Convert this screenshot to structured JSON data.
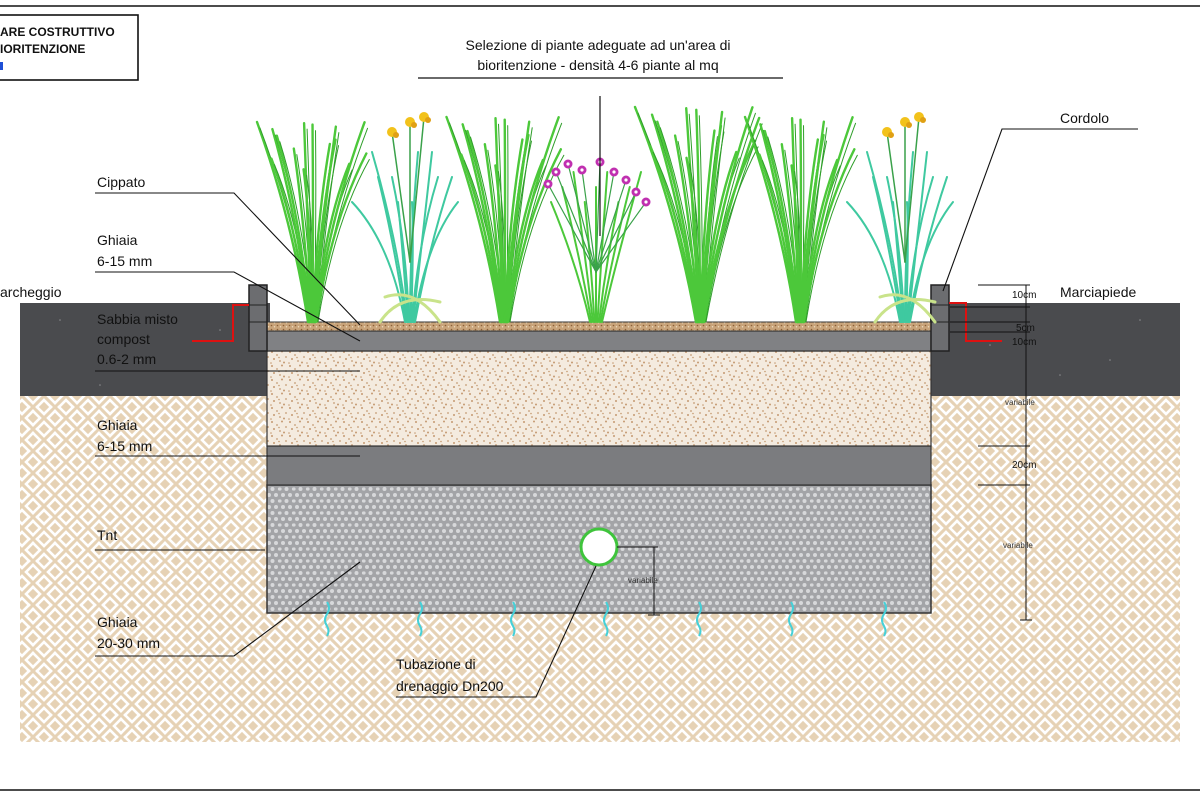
{
  "title_block": {
    "line1": "ARE COSTRUTTIVO",
    "line2": "IORITENZIONE"
  },
  "top_note": {
    "line1": "Selezione di piante adeguate ad un'area di",
    "line2": "bioritenzione - densità 4-6 piante al mq"
  },
  "labels": {
    "cordolo": "Cordolo",
    "cippato": "Cippato",
    "ghiaia_top_1": "Ghiaia",
    "ghiaia_top_2": "6-15 mm",
    "parcheggio": "archeggio",
    "marciapiede": "Marciapiede",
    "sabbia_1": "Sabbia misto",
    "sabbia_2": "compost",
    "sabbia_3": "0.6-2 mm",
    "ghiaia_mid_1": "Ghiaia",
    "ghiaia_mid_2": "6-15 mm",
    "tnt": "Tnt",
    "ghiaia_bot_1": "Ghiaia",
    "ghiaia_bot_2": "20-30 mm",
    "tubazione_1": "Tubazione di",
    "tubazione_2": "drenaggio Dn200"
  },
  "dimensions": {
    "d1": "10cm",
    "d2": "5cm",
    "d3": "10cm",
    "d4": "variabile",
    "d5": "20cm",
    "d6": "variabile",
    "pipe_dim": "variabile"
  },
  "colors": {
    "asphalt": "#4a4b4e",
    "soil": "#dfc9a9",
    "sand": "#f3e9dc",
    "gravel_band": "#7a7b7e",
    "coarse_gravel": "#a2a3a6",
    "mulch": "#c7a57c",
    "plant_green": "#4cc83a",
    "flower_yellow": "#f2c21b",
    "flower_purple": "#c030b0",
    "water": "#45d0d8",
    "red_line": "#dd1111"
  }
}
